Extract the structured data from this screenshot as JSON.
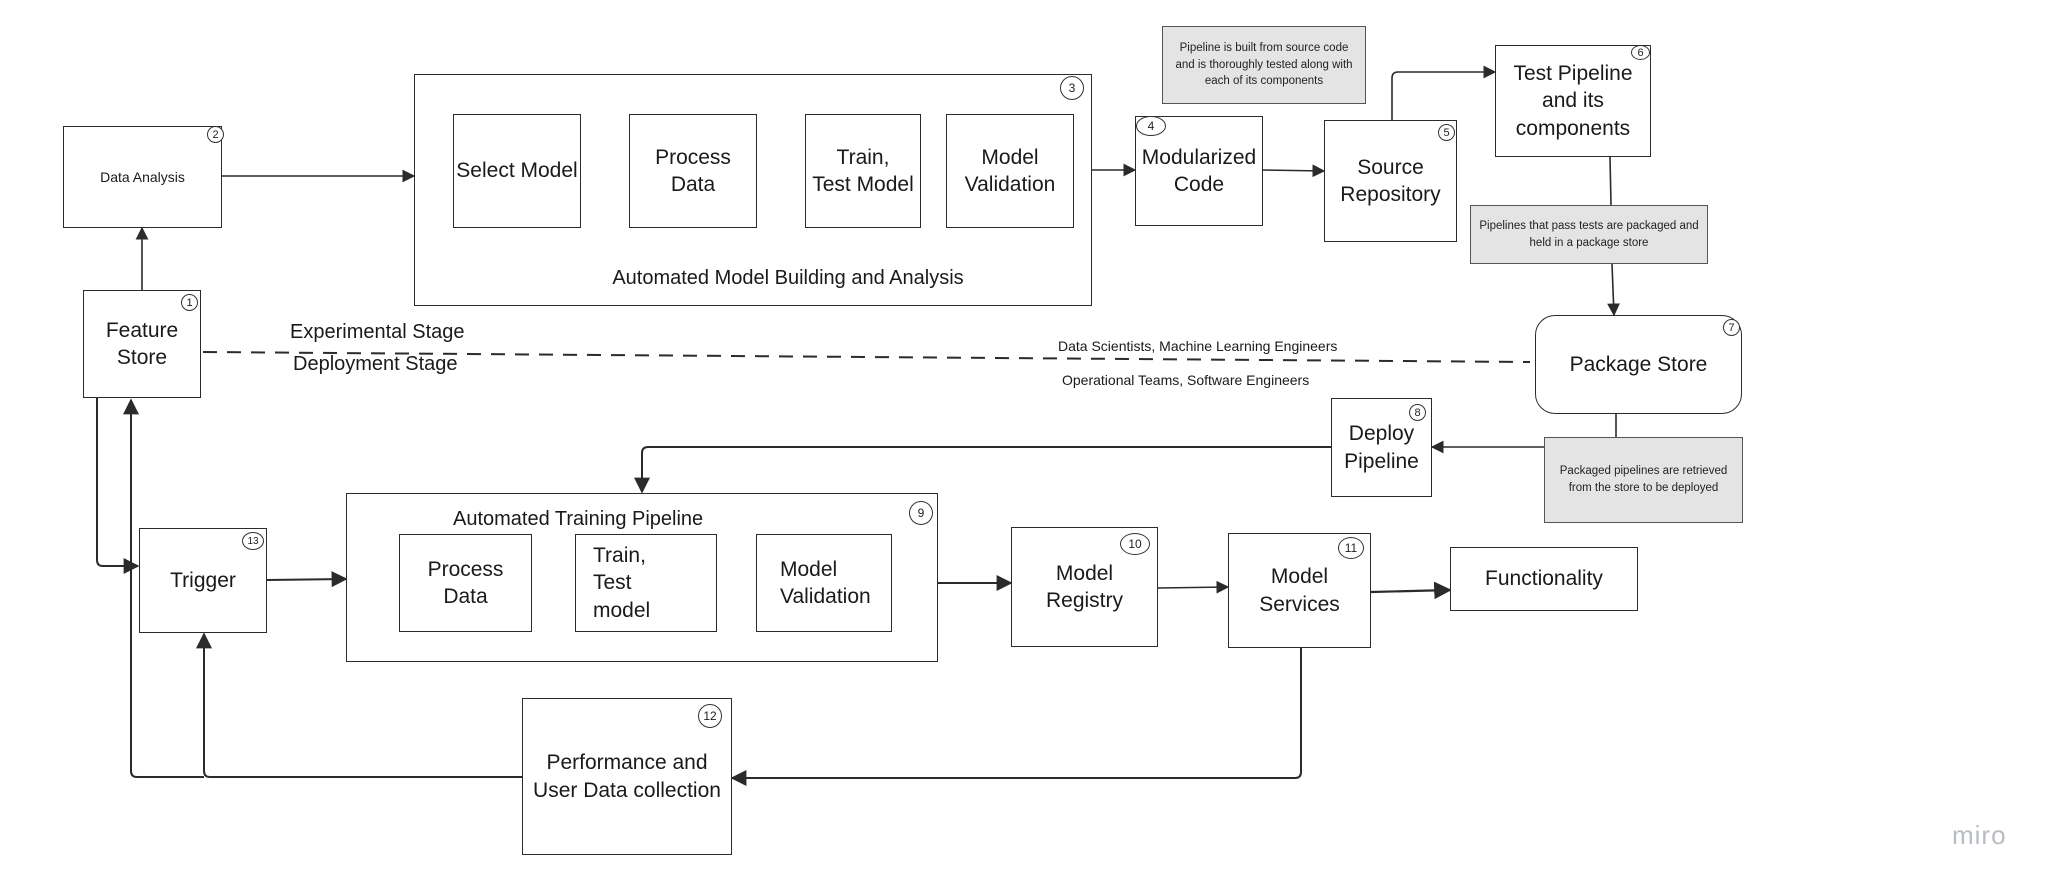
{
  "nodes": {
    "data_analysis": "Data Analysis",
    "feature_store": "Feature\nStore",
    "select_model": "Select Model",
    "process_data_top": "Process Data",
    "train_test_model_top": "Train,\nTest Model",
    "model_validation_top": "Model\nValidation",
    "modularized_code": "Modularized\nCode",
    "source_repository": "Source\nRepository",
    "test_pipeline": "Test Pipeline\nand its\ncomponents",
    "package_store": "Package Store",
    "deploy_pipeline": "Deploy\nPipeline",
    "trigger": "Trigger",
    "process_data_bottom": "Process\nData",
    "train_test_model_bottom": "Train,\nTest\nmodel",
    "model_validation_bottom": "Model\nValidation",
    "model_registry": "Model\nRegistry",
    "model_services": "Model\nServices",
    "functionality": "Functionality",
    "performance_collection": "Performance and\nUser Data collection"
  },
  "groups": {
    "automated_model_building": "Automated Model Building and Analysis",
    "automated_training_pipeline": "Automated Training Pipeline"
  },
  "badges": {
    "feature_store": "1",
    "data_analysis": "2",
    "model_building_group": "3",
    "modularized_code": "4",
    "source_repository": "5",
    "test_pipeline": "6",
    "package_store": "7",
    "deploy_pipeline": "8",
    "training_pipeline_group": "9",
    "model_registry": "10",
    "model_services": "11",
    "performance_collection": "12",
    "trigger": "13"
  },
  "notes": {
    "pipeline_built": "Pipeline is built from source code and is thoroughly tested along with each of its components",
    "pipelines_pass": "Pipelines that pass tests are packaged and held in a package store",
    "packaged_retrieved": "Packaged pipelines are retrieved from the store to be deployed"
  },
  "stages": {
    "experimental": "Experimental Stage",
    "deployment": "Deployment Stage",
    "experimental_roles": "Data Scientists, Machine Learning Engineers",
    "deployment_roles": "Operational Teams, Software Engineers"
  },
  "watermark": "miro",
  "colors": {
    "line": "#2b2b2b",
    "note_fill": "#e4e4e4",
    "watermark": "#b8bcc4"
  }
}
